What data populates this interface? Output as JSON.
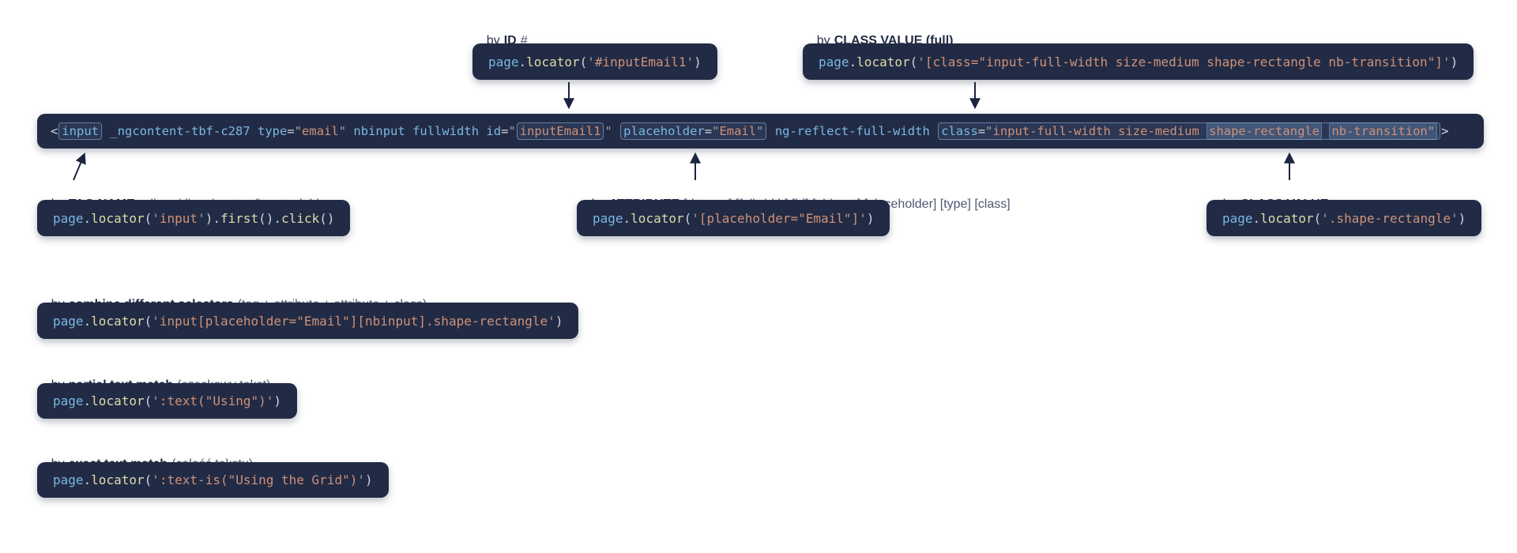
{
  "colors": {
    "page_background": "#ffffff",
    "code_box_background": "#222b45",
    "label_text": "#2a3350",
    "label_keyword": "#222b45",
    "label_note": "#4e5872",
    "arrow": "#1b2440",
    "token_attribute_blue": "#79b8e3",
    "token_function_yellow": "#dcdcaa",
    "token_plain": "#cfd4dc",
    "token_string_salmon": "#ce9178",
    "token_quote_gray": "#a8a096",
    "highlight_border": "#8aadd3",
    "highlight_fill": "rgba(114,152,197,0.32)"
  },
  "labels": {
    "id": {
      "by": "by",
      "keyword": "ID",
      "note": "#"
    },
    "class_full": {
      "by": "by",
      "keyword": "CLASS VALUE (full)",
      "note": ""
    },
    "tag": {
      "by": "by",
      "keyword": "TAG NAME",
      "note": "<div></div><input></input><lable>..."
    },
    "attribute": {
      "by": "by",
      "keyword": "ATTRIBUTE",
      "note": "[data-cy] [fullwidth] [id] [nbinput] [placeholder] [type] [class]"
    },
    "class_dot": {
      "by": "by",
      "keyword": "CLASS VALUE",
      "note": "."
    },
    "combine": {
      "by": "by",
      "keyword": "combine different selectors",
      "note": "(tag + attribute + attribute + class)"
    },
    "partial": {
      "by": "by",
      "keyword": "partial text match",
      "note": "(cząskowy tekst)"
    },
    "exact": {
      "by": "by",
      "keyword": "exact text match",
      "note": "(całość tekstu)"
    }
  },
  "element_html": {
    "code": "<input _ngcontent-tbf-c287 type=\"email\" nbinput fullwidth id=\"inputEmail1\" placeholder=\"Email\" ng-reflect-full-width class=\"input-full-width size-medium shape-rectangle nb-transition\">",
    "tokens": [
      {
        "t": "<",
        "c": "p"
      },
      {
        "h": "o",
        "parts": [
          {
            "t": "input",
            "c": "b"
          }
        ]
      },
      {
        "t": " ",
        "c": "p"
      },
      {
        "t": "_ngcontent-tbf-c287",
        "c": "b"
      },
      {
        "t": " ",
        "c": "p"
      },
      {
        "t": "type",
        "c": "b"
      },
      {
        "t": "=",
        "c": "p"
      },
      {
        "t": "\"",
        "c": "q"
      },
      {
        "t": "email",
        "c": "s"
      },
      {
        "t": "\"",
        "c": "q"
      },
      {
        "t": " ",
        "c": "p"
      },
      {
        "t": "nbinput",
        "c": "b"
      },
      {
        "t": " ",
        "c": "p"
      },
      {
        "t": "fullwidth",
        "c": "b"
      },
      {
        "t": " ",
        "c": "p"
      },
      {
        "t": "id",
        "c": "b"
      },
      {
        "t": "=",
        "c": "p"
      },
      {
        "t": "\"",
        "c": "q"
      },
      {
        "h": "o",
        "parts": [
          {
            "t": "inputEmail1",
            "c": "s"
          }
        ]
      },
      {
        "t": "\"",
        "c": "q"
      },
      {
        "t": " ",
        "c": "p"
      },
      {
        "h": "o",
        "parts": [
          {
            "t": "placeholder",
            "c": "b"
          },
          {
            "t": "=",
            "c": "p"
          },
          {
            "t": "\"",
            "c": "q"
          },
          {
            "t": "Email",
            "c": "s"
          },
          {
            "t": "\"",
            "c": "q"
          }
        ]
      },
      {
        "t": " ",
        "c": "p"
      },
      {
        "t": "ng-reflect-full-width",
        "c": "b"
      },
      {
        "t": " ",
        "c": "p"
      },
      {
        "h": "o",
        "parts": [
          {
            "t": "class",
            "c": "b"
          },
          {
            "t": "=",
            "c": "p"
          },
          {
            "t": "\"",
            "c": "q"
          },
          {
            "t": "input-full-width size-medium ",
            "c": "s"
          },
          {
            "h": "f",
            "parts": [
              {
                "t": "shape-rectangle",
                "c": "s"
              }
            ]
          },
          {
            "t": " ",
            "c": "s"
          },
          {
            "h": "f",
            "parts": [
              {
                "t": "nb-transition",
                "c": "s"
              },
              {
                "t": "\"",
                "c": "q"
              }
            ]
          }
        ]
      },
      {
        "t": ">",
        "c": "p"
      }
    ]
  },
  "snippets": {
    "id": {
      "code": "page.locator('#inputEmail1')",
      "tokens": [
        {
          "t": "page",
          "c": "b"
        },
        {
          "t": ".",
          "c": "p"
        },
        {
          "t": "locator",
          "c": "y"
        },
        {
          "t": "(",
          "c": "p"
        },
        {
          "t": "'",
          "c": "q"
        },
        {
          "t": "#inputEmail1",
          "c": "s"
        },
        {
          "t": "'",
          "c": "q"
        },
        {
          "t": ")",
          "c": "p"
        }
      ]
    },
    "class_full": {
      "code": "page.locator('[class=\"input-full-width size-medium shape-rectangle nb-transition\"]')",
      "tokens": [
        {
          "t": "page",
          "c": "b"
        },
        {
          "t": ".",
          "c": "p"
        },
        {
          "t": "locator",
          "c": "y"
        },
        {
          "t": "(",
          "c": "p"
        },
        {
          "t": "'",
          "c": "q"
        },
        {
          "t": "[class=\"input-full-width size-medium shape-rectangle nb-transition\"]",
          "c": "s"
        },
        {
          "t": "'",
          "c": "q"
        },
        {
          "t": ")",
          "c": "p"
        }
      ]
    },
    "tag": {
      "code": "page.locator('input').first().click()",
      "tokens": [
        {
          "t": "page",
          "c": "b"
        },
        {
          "t": ".",
          "c": "p"
        },
        {
          "t": "locator",
          "c": "y"
        },
        {
          "t": "(",
          "c": "p"
        },
        {
          "t": "'",
          "c": "q"
        },
        {
          "t": "input",
          "c": "s"
        },
        {
          "t": "'",
          "c": "q"
        },
        {
          "t": ").",
          "c": "p"
        },
        {
          "t": "first",
          "c": "y"
        },
        {
          "t": "().",
          "c": "p"
        },
        {
          "t": "click",
          "c": "y"
        },
        {
          "t": "()",
          "c": "p"
        }
      ]
    },
    "attribute": {
      "code": "page.locator('[placeholder=\"Email\"]')",
      "tokens": [
        {
          "t": "page",
          "c": "b"
        },
        {
          "t": ".",
          "c": "p"
        },
        {
          "t": "locator",
          "c": "y"
        },
        {
          "t": "(",
          "c": "p"
        },
        {
          "t": "'",
          "c": "q"
        },
        {
          "t": "[placeholder=\"Email\"]",
          "c": "s"
        },
        {
          "t": "'",
          "c": "q"
        },
        {
          "t": ")",
          "c": "p"
        }
      ]
    },
    "class_dot": {
      "code": "page.locator('.shape-rectangle')",
      "tokens": [
        {
          "t": "page",
          "c": "b"
        },
        {
          "t": ".",
          "c": "p"
        },
        {
          "t": "locator",
          "c": "y"
        },
        {
          "t": "(",
          "c": "p"
        },
        {
          "t": "'",
          "c": "q"
        },
        {
          "t": ".shape-rectangle",
          "c": "s"
        },
        {
          "t": "'",
          "c": "q"
        },
        {
          "t": ")",
          "c": "p"
        }
      ]
    },
    "combine": {
      "code": "page.locator('input[placeholder=\"Email\"][nbinput].shape-rectangle')",
      "tokens": [
        {
          "t": "page",
          "c": "b"
        },
        {
          "t": ".",
          "c": "p"
        },
        {
          "t": "locator",
          "c": "y"
        },
        {
          "t": "(",
          "c": "p"
        },
        {
          "t": "'",
          "c": "q"
        },
        {
          "t": "input[placeholder=\"Email\"][nbinput].shape-rectangle",
          "c": "s"
        },
        {
          "t": "'",
          "c": "q"
        },
        {
          "t": ")",
          "c": "p"
        }
      ]
    },
    "partial": {
      "code": "page.locator(':text(\"Using\")')",
      "tokens": [
        {
          "t": "page",
          "c": "b"
        },
        {
          "t": ".",
          "c": "p"
        },
        {
          "t": "locator",
          "c": "y"
        },
        {
          "t": "(",
          "c": "p"
        },
        {
          "t": "'",
          "c": "q"
        },
        {
          "t": ":text(\"Using\")",
          "c": "s"
        },
        {
          "t": "'",
          "c": "q"
        },
        {
          "t": ")",
          "c": "p"
        }
      ]
    },
    "exact": {
      "code": "page.locator(':text-is(\"Using the Grid\")')",
      "tokens": [
        {
          "t": "page",
          "c": "b"
        },
        {
          "t": ".",
          "c": "p"
        },
        {
          "t": "locator",
          "c": "y"
        },
        {
          "t": "(",
          "c": "p"
        },
        {
          "t": "'",
          "c": "q"
        },
        {
          "t": ":text-is(\"Using the Grid\")",
          "c": "s"
        },
        {
          "t": "'",
          "c": "q"
        },
        {
          "t": ")",
          "c": "p"
        }
      ]
    }
  }
}
